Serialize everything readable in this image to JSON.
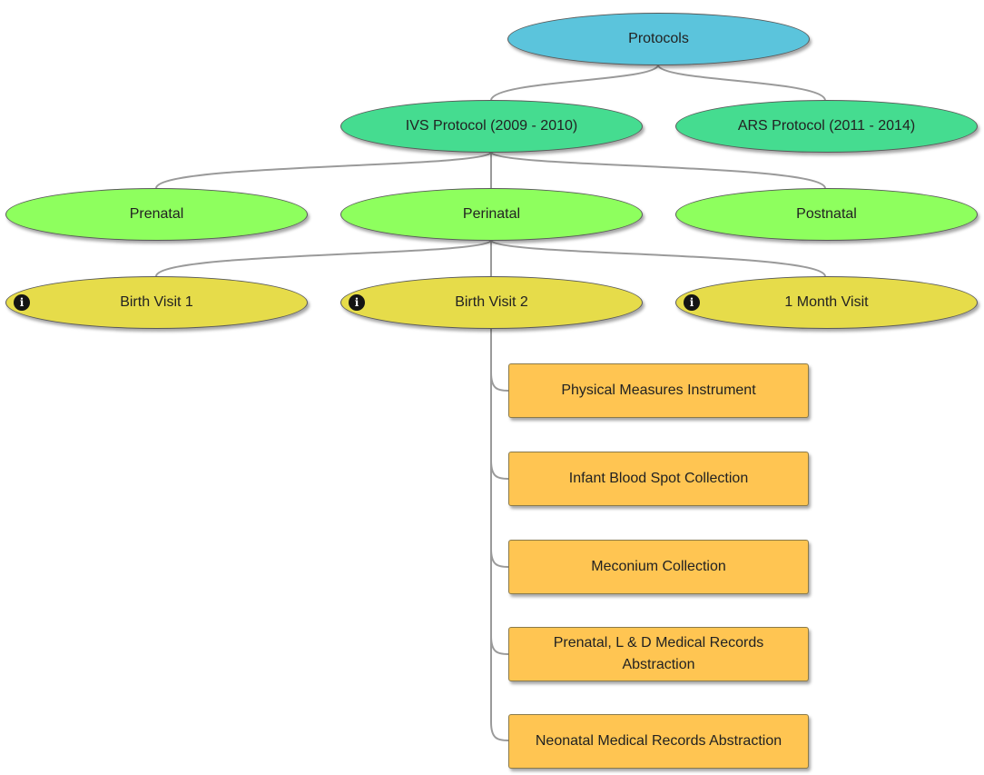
{
  "diagram": {
    "root": {
      "label": "Protocols"
    },
    "protocols": [
      {
        "label": "IVS Protocol (2009 - 2010)"
      },
      {
        "label": "ARS Protocol (2011 - 2014)"
      }
    ],
    "phases": [
      {
        "label": "Prenatal"
      },
      {
        "label": "Perinatal"
      },
      {
        "label": "Postnatal"
      }
    ],
    "visits": [
      {
        "label": "Birth Visit 1",
        "icon": "info-icon"
      },
      {
        "label": "Birth Visit 2",
        "icon": "info-icon"
      },
      {
        "label": "1 Month Visit",
        "icon": "info-icon"
      }
    ],
    "instruments": [
      {
        "label": "Physical Measures Instrument"
      },
      {
        "label": "Infant Blood Spot Collection"
      },
      {
        "label": "Meconium Collection"
      },
      {
        "label": "Prenatal, L & D Medical Records Abstraction"
      },
      {
        "label": "Neonatal Medical Records Abstraction"
      }
    ],
    "colors": {
      "root": "#5bc4dc",
      "protocol": "#45dc90",
      "phase": "#8eff5e",
      "visit": "#e6dc4a",
      "instrument": "#ffc552",
      "connector": "#9a9a9a"
    }
  }
}
